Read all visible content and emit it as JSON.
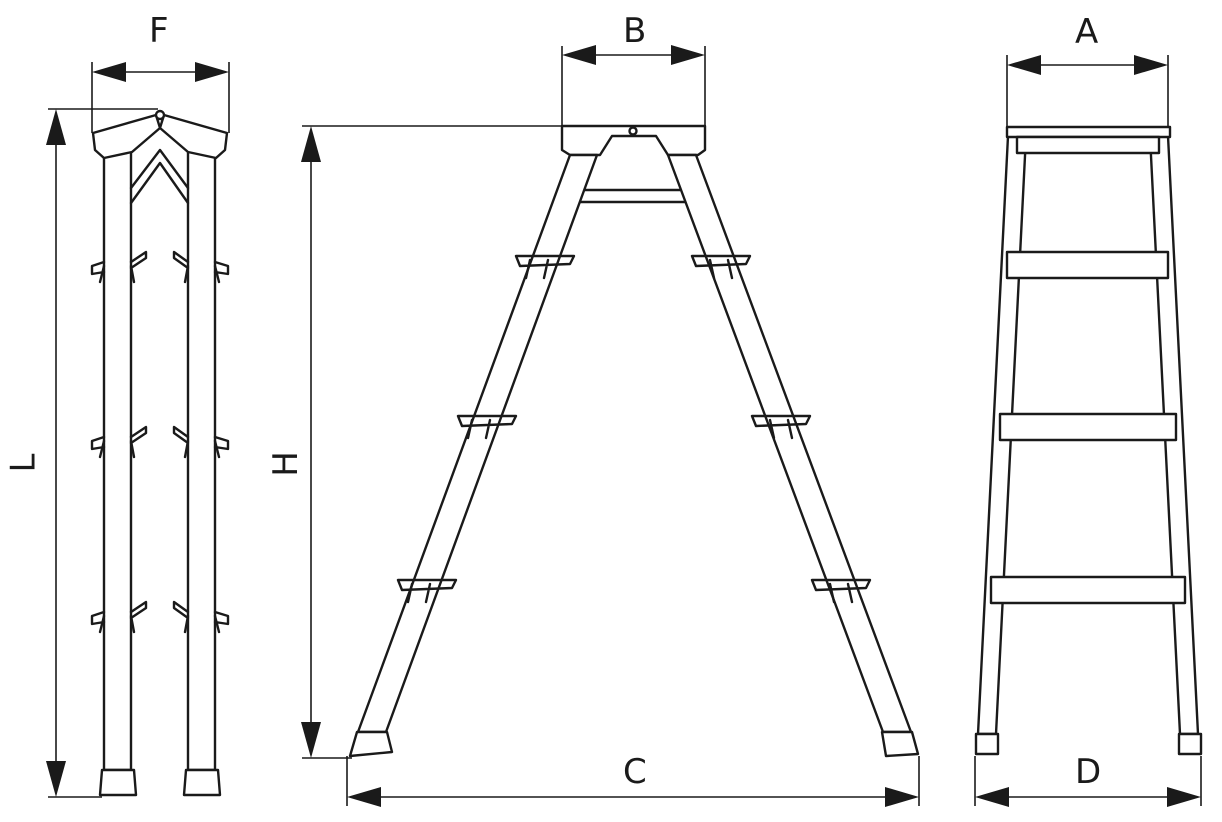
{
  "dimension_labels": {
    "A": "A",
    "B": "B",
    "C": "C",
    "D": "D",
    "F": "F",
    "H": "H",
    "L": "L"
  },
  "colors": {
    "line": "#1a1a1a",
    "background": "#ffffff"
  }
}
